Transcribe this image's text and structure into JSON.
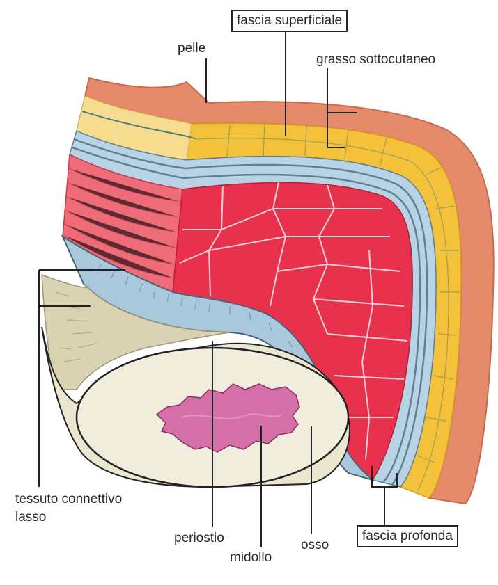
{
  "labels": {
    "fascia_superficiale": "fascia superficiale",
    "pelle": "pelle",
    "grasso_sottocutaneo": "grasso sottocutaneo",
    "tessuto_connettivo_line1": "tessuto connettivo",
    "tessuto_connettivo_line2": "lasso",
    "periostio": "periostio",
    "midollo": "midollo",
    "osso": "osso",
    "fascia_profonda": "fascia profonda"
  },
  "colors": {
    "skin": "#e58a6a",
    "fat": "#f3c13a",
    "fat_light": "#f6dc8e",
    "fascia": "#b9d3e6",
    "fascia_line": "#5f7f95",
    "muscle": "#e8324d",
    "muscle_striated": "#ee6b78",
    "periosteum": "#a9c8dc",
    "connective": "#d9d3b4",
    "bone": "#f1eddc",
    "marrow": "#d46fa8"
  }
}
